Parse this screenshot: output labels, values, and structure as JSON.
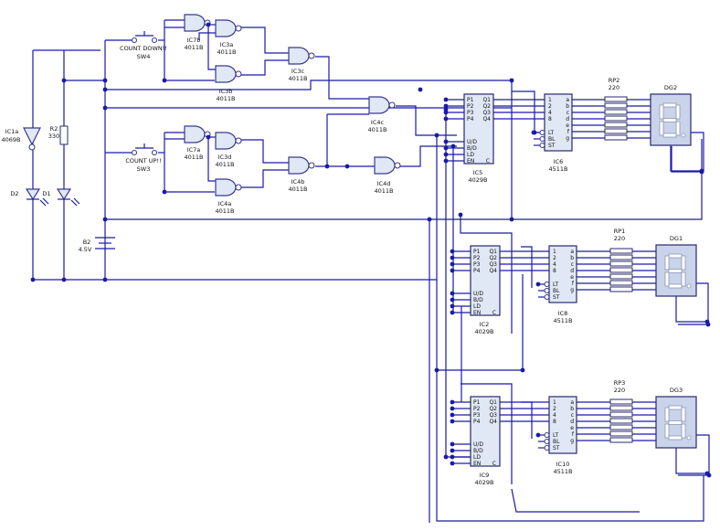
{
  "window": {
    "width": 788,
    "height": 581
  },
  "colors": {
    "wire": "#1a1aa8",
    "component_fill": "#e0e8f6",
    "display_fill": "#c9d3ea"
  },
  "switches": [
    {
      "ref": "SW4",
      "label": "COUNT DOWN!!"
    },
    {
      "ref": "SW3",
      "label": "COUNT UP!!"
    }
  ],
  "gates": {
    "IC7b": {
      "ref": "IC7b",
      "part": "4011B"
    },
    "IC3a": {
      "ref": "IC3a",
      "part": "4011B"
    },
    "IC3b": {
      "ref": "IC3b",
      "part": "4011B"
    },
    "IC3c": {
      "ref": "IC3c",
      "part": "4011B"
    },
    "IC7a": {
      "ref": "IC7a",
      "part": "4011B"
    },
    "IC3d": {
      "ref": "IC3d",
      "part": "4011B"
    },
    "IC4a": {
      "ref": "IC4a",
      "part": "4011B"
    },
    "IC4b": {
      "ref": "IC4b",
      "part": "4011B"
    },
    "IC4c": {
      "ref": "IC4c",
      "part": "4011B"
    },
    "IC4d": {
      "ref": "IC4d",
      "part": "4011B"
    },
    "IC1a": {
      "ref": "IC1a",
      "part": "4069B"
    }
  },
  "passives": {
    "R2": {
      "ref": "R2",
      "value": "330"
    },
    "B2": {
      "ref": "B2",
      "value": "4.5V"
    },
    "D1": {
      "ref": "D1"
    },
    "D2": {
      "ref": "D2"
    }
  },
  "counter_pins": {
    "left": [
      "P1",
      "P2",
      "P3",
      "P4"
    ],
    "right": [
      "Q1",
      "Q2",
      "Q3",
      "Q4"
    ],
    "control": [
      "U/D",
      "B/D",
      "LD",
      "EN"
    ],
    "carry": "C"
  },
  "decoder_pins": {
    "inputs": [
      "1",
      "2",
      "4",
      "8"
    ],
    "control": [
      "LT",
      "BL",
      "ST"
    ],
    "outputs": [
      "a",
      "b",
      "c",
      "d",
      "e",
      "f",
      "g"
    ]
  },
  "stages": [
    {
      "counter": {
        "ref": "IC5",
        "part": "4029B"
      },
      "decoder": {
        "ref": "IC6",
        "part": "4511B"
      },
      "pack": {
        "ref": "RP2",
        "value": "220"
      },
      "display": {
        "ref": "DG2"
      }
    },
    {
      "counter": {
        "ref": "IC2",
        "part": "4029B"
      },
      "decoder": {
        "ref": "IC8",
        "part": "4511B"
      },
      "pack": {
        "ref": "RP1",
        "value": "220"
      },
      "display": {
        "ref": "DG1"
      }
    },
    {
      "counter": {
        "ref": "IC9",
        "part": "4029B"
      },
      "decoder": {
        "ref": "IC10",
        "part": "4511B"
      },
      "pack": {
        "ref": "RP3",
        "value": "220"
      },
      "display": {
        "ref": "DG3"
      }
    }
  ]
}
